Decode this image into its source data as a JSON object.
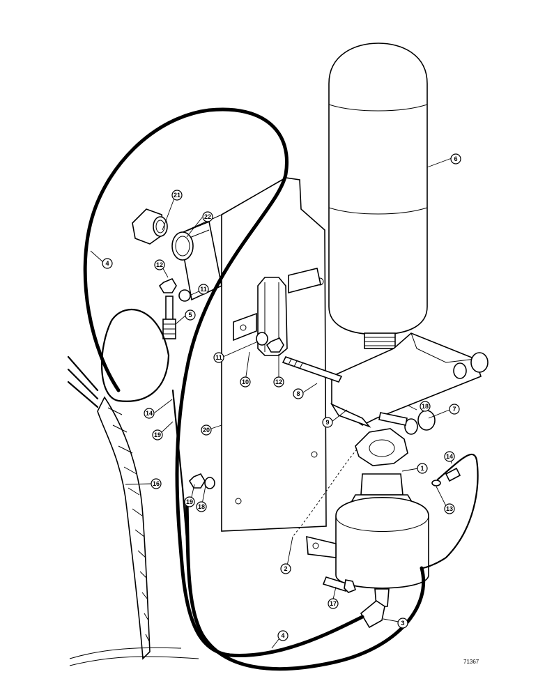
{
  "drawing": {
    "reference_number": "71367"
  },
  "callouts": [
    {
      "id": "c1",
      "label": "1"
    },
    {
      "id": "c2",
      "label": "2"
    },
    {
      "id": "c3",
      "label": "3"
    },
    {
      "id": "c4a",
      "label": "4"
    },
    {
      "id": "c4b",
      "label": "4"
    },
    {
      "id": "c5",
      "label": "5"
    },
    {
      "id": "c6",
      "label": "6"
    },
    {
      "id": "c7",
      "label": "7"
    },
    {
      "id": "c8",
      "label": "8"
    },
    {
      "id": "c9",
      "label": "9"
    },
    {
      "id": "c10",
      "label": "10"
    },
    {
      "id": "c11a",
      "label": "11"
    },
    {
      "id": "c11b",
      "label": "11"
    },
    {
      "id": "c12a",
      "label": "12"
    },
    {
      "id": "c12b",
      "label": "12"
    },
    {
      "id": "c13",
      "label": "13"
    },
    {
      "id": "c14a",
      "label": "14"
    },
    {
      "id": "c14b",
      "label": "14"
    },
    {
      "id": "c16",
      "label": "16"
    },
    {
      "id": "c17",
      "label": "17"
    },
    {
      "id": "c18a",
      "label": "18"
    },
    {
      "id": "c18b",
      "label": "18"
    },
    {
      "id": "c19a",
      "label": "19"
    },
    {
      "id": "c19b",
      "label": "19"
    },
    {
      "id": "c20",
      "label": "20"
    },
    {
      "id": "c21",
      "label": "21"
    },
    {
      "id": "c22",
      "label": "22"
    }
  ]
}
